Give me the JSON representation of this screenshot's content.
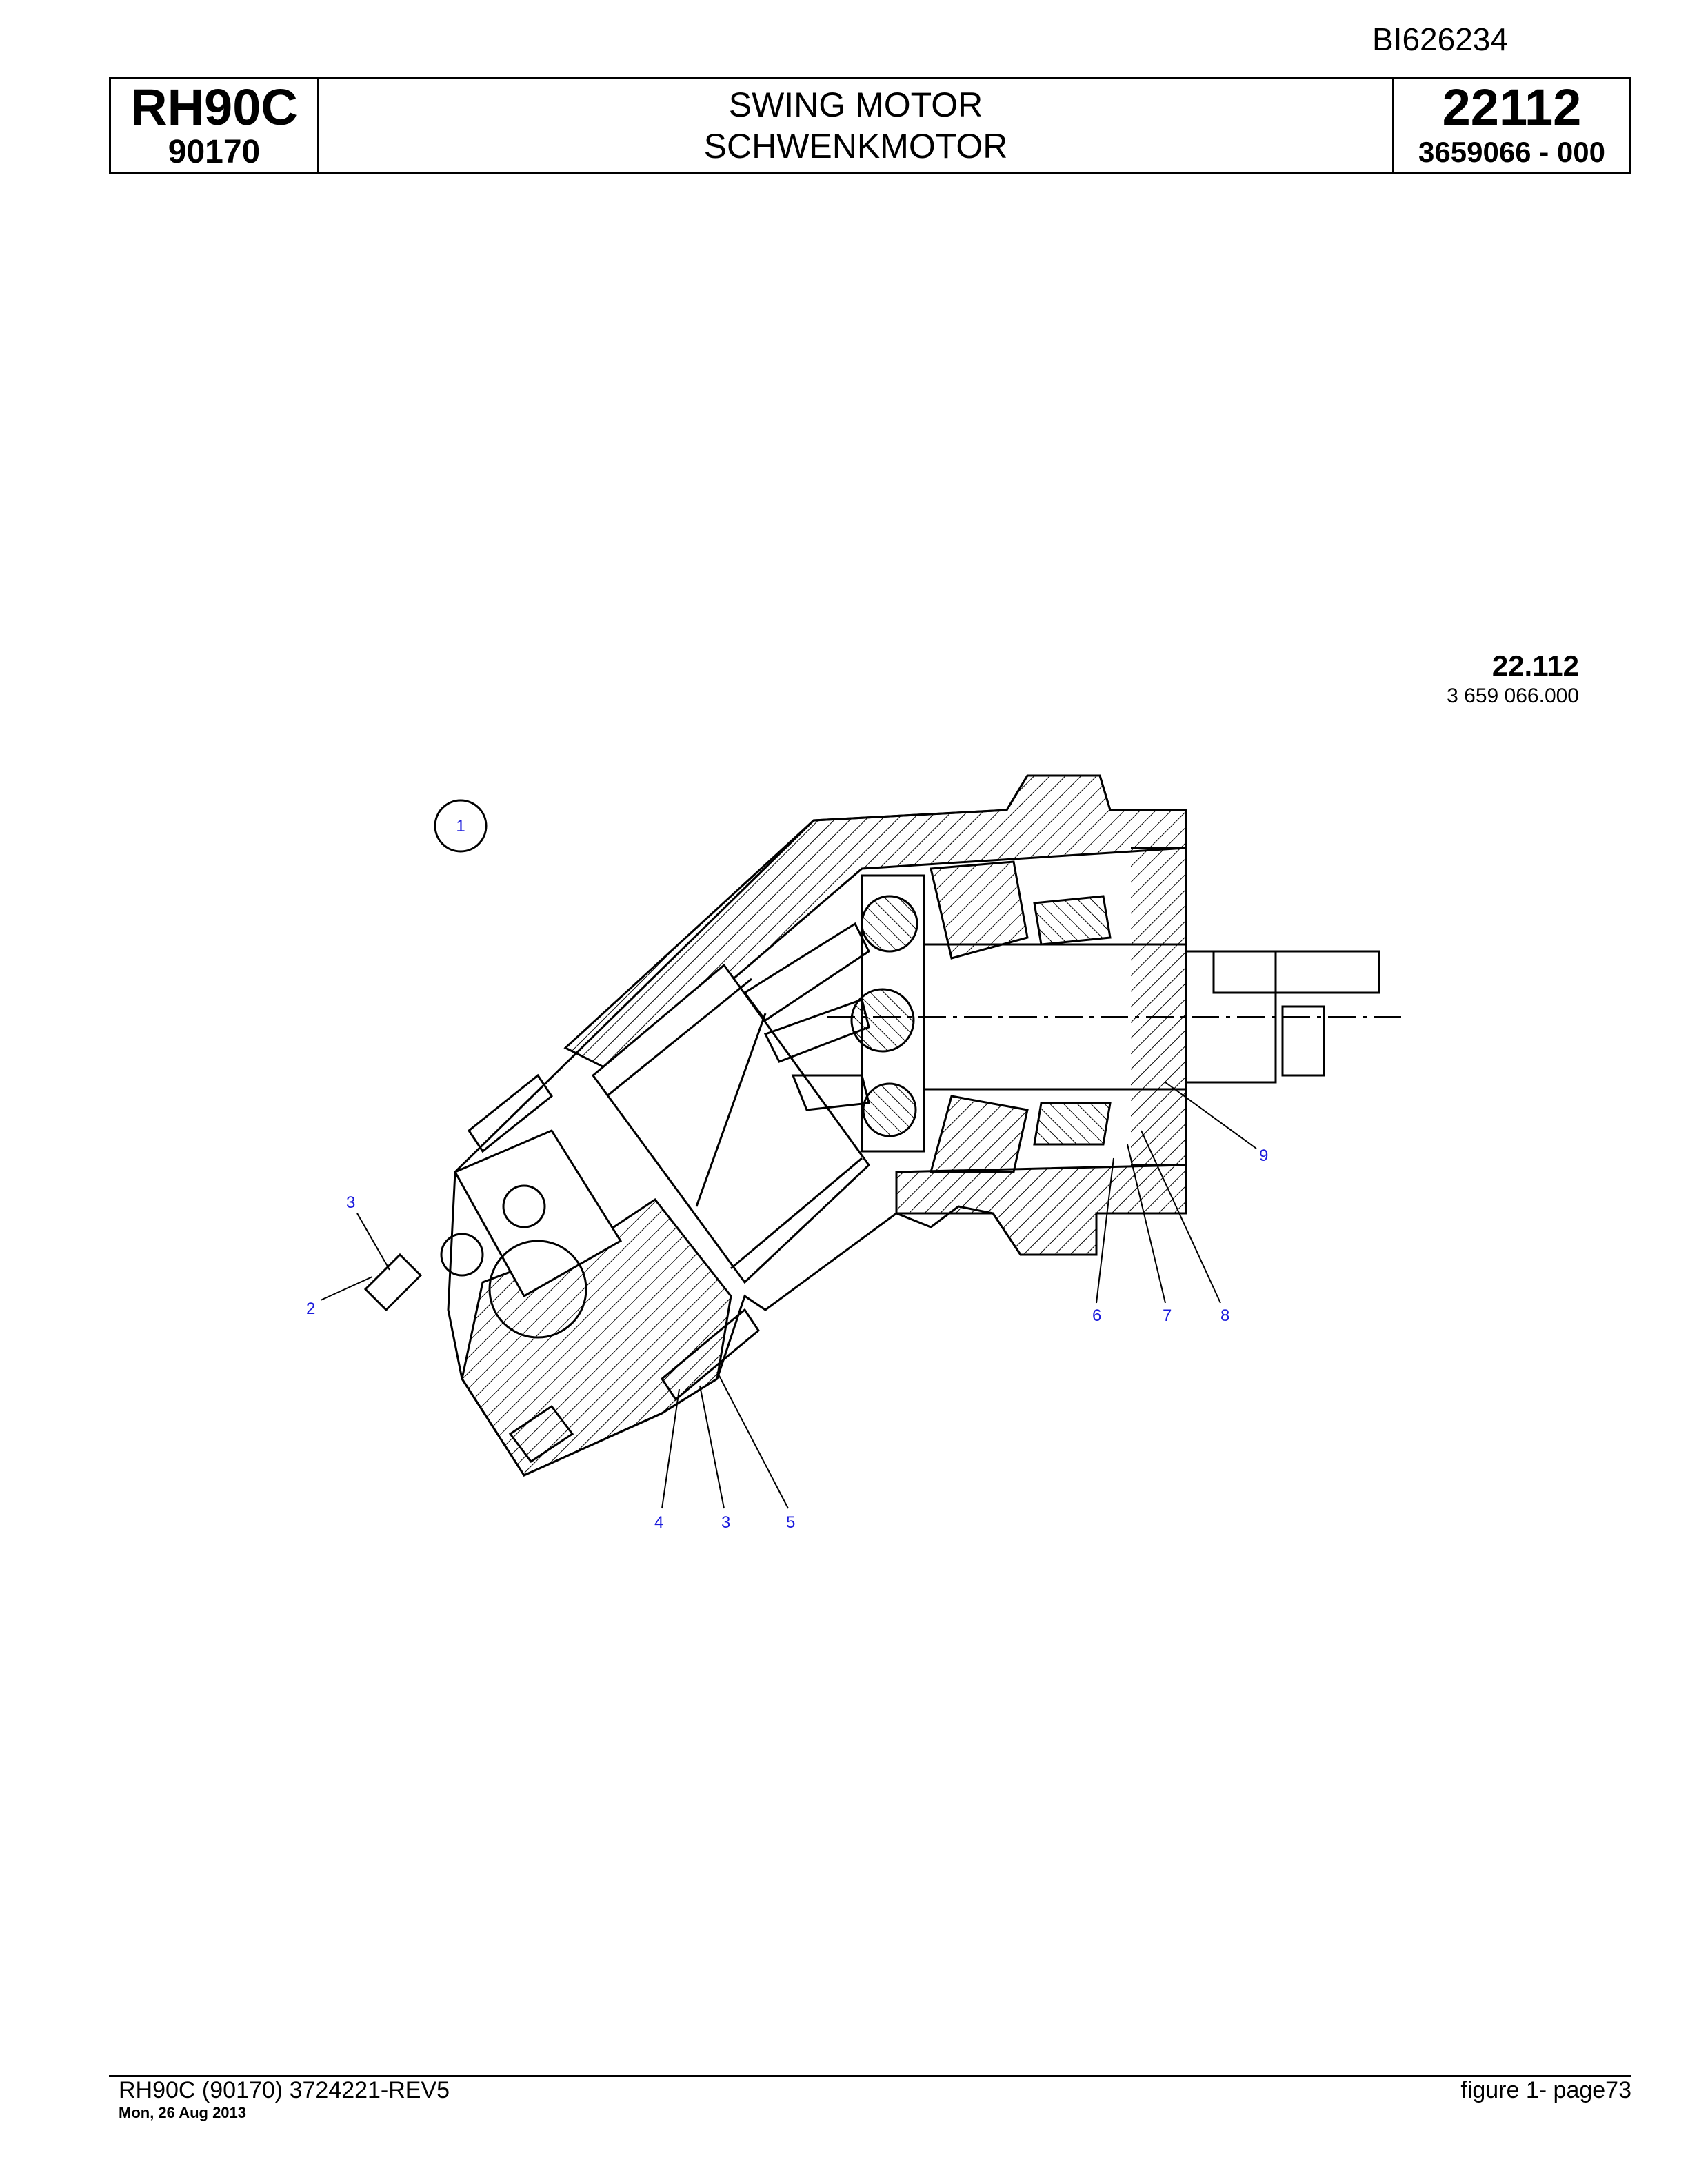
{
  "document_id": "BI626234",
  "header": {
    "model": "RH90C",
    "model_number": "90170",
    "title_en": "SWING MOTOR",
    "title_de": "SCHWENKMOTOR",
    "group_number": "22112",
    "part_number": "3659066  - 000"
  },
  "figure": {
    "group_label": "22.112",
    "part_label": "3 659 066.000",
    "callouts": [
      "1",
      "2",
      "3",
      "3",
      "4",
      "5",
      "6",
      "7",
      "8",
      "9"
    ]
  },
  "footer": {
    "left_line1": "RH90C (90170) 3724221-REV5",
    "left_line2": "Mon, 26 Aug 2013",
    "right": "figure  1- page73"
  },
  "colors": {
    "callout": "#1a1adc",
    "line": "#000000"
  }
}
